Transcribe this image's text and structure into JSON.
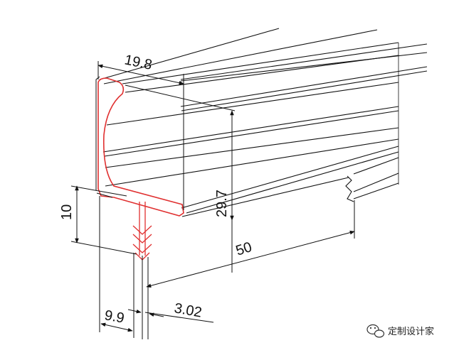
{
  "dimensions": {
    "width_top": "19.8",
    "height": "29.7",
    "depth": "50",
    "offset_left": "10",
    "bottom_width": "9.9",
    "thickness": "3.02"
  },
  "watermark": {
    "icon": "wechat-icon",
    "text": "定制设计家"
  },
  "colors": {
    "line": "#111111",
    "highlight": "#e03030"
  }
}
